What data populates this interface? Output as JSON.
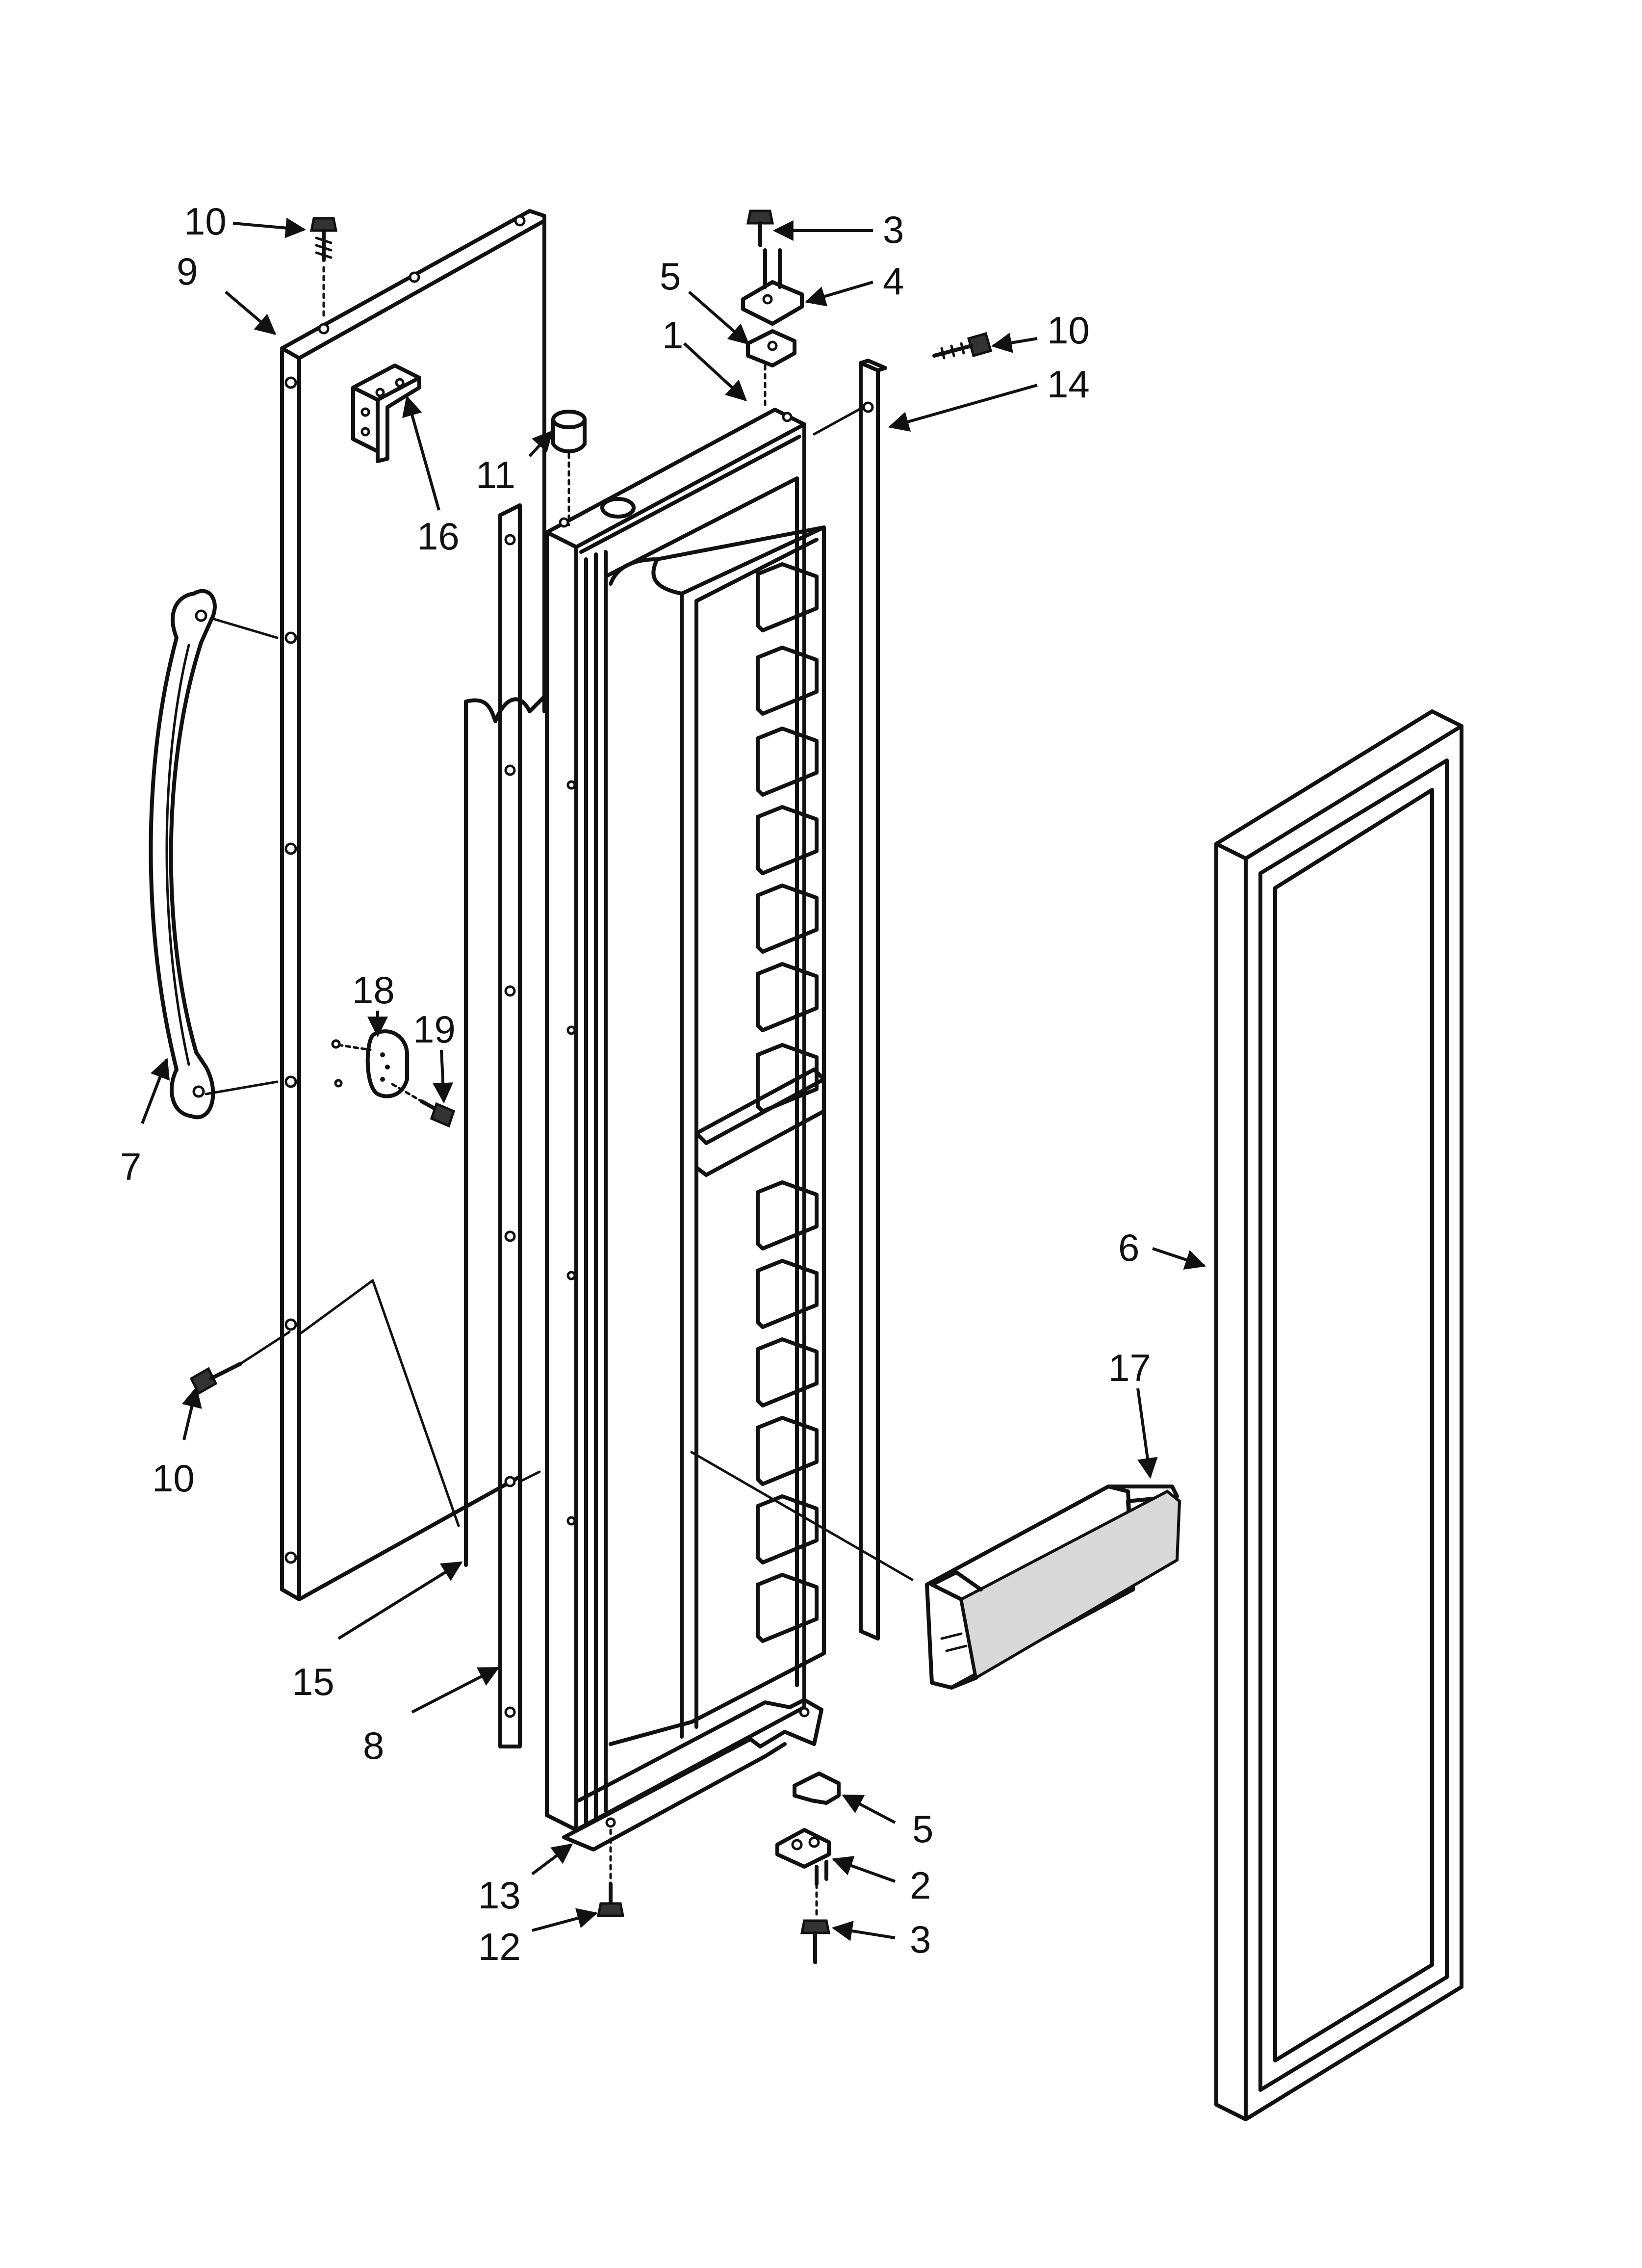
{
  "callouts": [
    {
      "id": "c-10-top-left",
      "text": "10"
    },
    {
      "id": "c-9",
      "text": "9"
    },
    {
      "id": "c-16",
      "text": "16"
    },
    {
      "id": "c-7",
      "text": "7"
    },
    {
      "id": "c-18",
      "text": "18"
    },
    {
      "id": "c-19",
      "text": "19"
    },
    {
      "id": "c-10-left",
      "text": "10"
    },
    {
      "id": "c-15",
      "text": "15"
    },
    {
      "id": "c-8",
      "text": "8"
    },
    {
      "id": "c-13",
      "text": "13"
    },
    {
      "id": "c-12",
      "text": "12"
    },
    {
      "id": "c-11",
      "text": "11"
    },
    {
      "id": "c-1",
      "text": "1"
    },
    {
      "id": "c-5-top",
      "text": "5"
    },
    {
      "id": "c-3-top",
      "text": "3"
    },
    {
      "id": "c-4",
      "text": "4"
    },
    {
      "id": "c-10-right",
      "text": "10"
    },
    {
      "id": "c-14",
      "text": "14"
    },
    {
      "id": "c-6",
      "text": "6"
    },
    {
      "id": "c-17",
      "text": "17"
    },
    {
      "id": "c-5-bottom",
      "text": "5"
    },
    {
      "id": "c-2",
      "text": "2"
    },
    {
      "id": "c-3-bottom",
      "text": "3"
    }
  ]
}
